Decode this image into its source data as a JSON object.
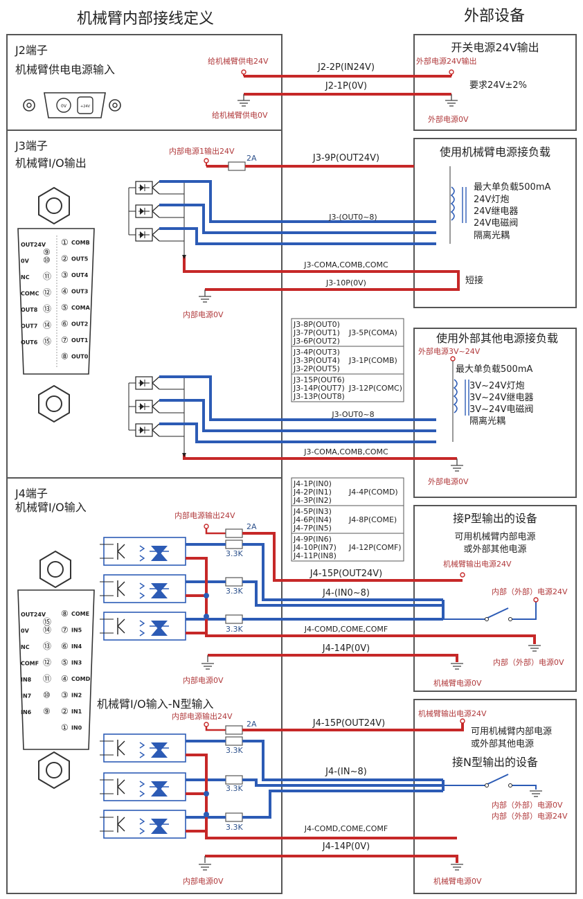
{
  "colors": {
    "red": "#c62828",
    "blue": "#2c5bb5",
    "dark_red_text": "#b0393b",
    "line": "#555555"
  },
  "header": {
    "left_title": "机械臂内部接线定义",
    "right_title": "外部设备"
  },
  "j2": {
    "terminal": "J2端子",
    "desc": "机械臂供电电源输入",
    "pin_0v": "0V",
    "pin_24v": "+24V",
    "supply_24v": "给机械臂供电24V",
    "supply_0v": "给机械臂供电0V",
    "wire_24v": "J2-2P(IN24V)",
    "wire_0v": "J2-1P(0V)",
    "ext_title": "开关电源24V输出",
    "ext_24v": "外部电源24V输出",
    "ext_req": "要求24V±2%",
    "ext_0v": "外部电源0V"
  },
  "j3": {
    "terminal": "J3端子",
    "desc": "机械臂I/O输出",
    "internal_24v": "内部电源1输出24V",
    "fuse": "2A",
    "wire_out24v": "J3-9P(OUT24V)",
    "wire_out": "J3-(OUT0~8)",
    "wire_com": "J3-COMA,COMB,COMC",
    "wire_0v": "J3-10P(0V)",
    "short": "短接",
    "internal_0v": "内部电源0V",
    "wire_out_b": "J3-OUT0~8",
    "wire_com_b": "J3-COMA,COMB,COMC",
    "pins_left": [
      {
        "label": "OUT24V",
        "num": "⑨"
      },
      {
        "label": "0V",
        "num": "⑩"
      },
      {
        "label": "NC",
        "num": "⑪"
      },
      {
        "label": "COMC",
        "num": "⑫"
      },
      {
        "label": "OUT8",
        "num": "⑬"
      },
      {
        "label": "OUT7",
        "num": "⑭"
      },
      {
        "label": "OUT6",
        "num": "⑮"
      }
    ],
    "pins_right": [
      {
        "num": "①",
        "label": "COMB"
      },
      {
        "num": "②",
        "label": "OUT5"
      },
      {
        "num": "③",
        "label": "OUT4"
      },
      {
        "num": "④",
        "label": "OUT3"
      },
      {
        "num": "⑤",
        "label": "COMA"
      },
      {
        "num": "⑥",
        "label": "OUT2"
      },
      {
        "num": "⑦",
        "label": "OUT1"
      },
      {
        "num": "⑧",
        "label": "OUT0"
      }
    ],
    "table": [
      [
        "J3-8P(OUT0)",
        "J3-7P(OUT1)",
        "J3-6P(OUT2)"
      ],
      [
        "J3-4P(OUT3)",
        "J3-3P(OUT4)",
        "J3-2P(OUT5)"
      ],
      [
        "J3-15P(OUT6)",
        "J3-14P(OUT7)",
        "J3-13P(OUT8)"
      ]
    ],
    "table_com": [
      "J3-5P(COMA)",
      "J3-1P(COMB)",
      "J3-12P(COMC)"
    ],
    "ext1_title": "使用机械臂电源接负载",
    "ext1_items": [
      "最大单负载500mA",
      "24V灯炮",
      "24V继电器",
      "24V电磁阀",
      "隔离光耦"
    ],
    "ext2_title": "使用外部其他电源接负载",
    "ext2_power": "外部电源3V~24V",
    "ext2_items": [
      "最大单负载500mA",
      "3V~24V灯炮",
      "3V~24V继电器",
      "3V~24V电磁阀",
      "隔离光耦"
    ],
    "ext2_0v": "外部电源0V"
  },
  "j4": {
    "terminal": "J4端子",
    "desc": "机械臂I/O输入",
    "internal_24v": "内部电源输出24V",
    "fuse": "2A",
    "resistor": "3.3K",
    "wire_out24v": "J4-15P(OUT24V)",
    "wire_in": "J4-(IN0~8)",
    "wire_com": "J4-COMD,COME,COMF",
    "wire_0v": "J4-14P(0V)",
    "internal_0v": "内部电源0V",
    "pins_left": [
      {
        "label": "OUT24V",
        "num": "⑮"
      },
      {
        "label": "0V",
        "num": "⑭"
      },
      {
        "label": "NC",
        "num": "⑬"
      },
      {
        "label": "COMF",
        "num": "⑫"
      },
      {
        "label": "IN8",
        "num": "⑪"
      },
      {
        "label": "IN7",
        "num": "⑩"
      },
      {
        "label": "IN6",
        "num": "⑨"
      }
    ],
    "pins_right": [
      {
        "num": "⑧",
        "label": "COME"
      },
      {
        "num": "⑦",
        "label": "IN5"
      },
      {
        "num": "⑥",
        "label": "IN4"
      },
      {
        "num": "⑤",
        "label": "IN3"
      },
      {
        "num": "④",
        "label": "COMD"
      },
      {
        "num": "③",
        "label": "IN2"
      },
      {
        "num": "②",
        "label": "IN1"
      },
      {
        "num": "①",
        "label": "IN0"
      }
    ],
    "table": [
      [
        "J4-1P(IN0)",
        "J4-2P(IN1)",
        "J4-3P(IN2)"
      ],
      [
        "J4-5P(IN3)",
        "J4-6P(IN4)",
        "J4-7P(IN5)"
      ],
      [
        "J4-9P(IN6)",
        "J4-10P(IN7)",
        "J4-11P(IN8)"
      ]
    ],
    "table_com": [
      "J4-4P(COMD)",
      "J4-8P(COME)",
      "J4-12P(COMF)"
    ],
    "ext_p_title": "接P型输出的设备",
    "ext_p_note": [
      "可用机械臂内部电源",
      "或外部其他电源"
    ],
    "ext_p_24v": "机械臂输出电源24V",
    "ext_p_switch": "内部（外部）电源24V",
    "ext_p_sw0v": "内部（外部）电源0V",
    "ext_p_0v": "机械臂电源0V"
  },
  "j4n": {
    "title": "机械臂I/O输入-N型输入",
    "internal_24v": "内部电源输出24V",
    "fuse": "2A",
    "resistor": "3.3K",
    "wire_out24v": "J4-15P(OUT24V)",
    "wire_in": "J4-(IN~8)",
    "wire_com": "J4-COMD,COME,COMF",
    "wire_0v": "J4-14P(0V)",
    "internal_0v": "内部电源0V",
    "ext_24v": "机械臂输出电源24V",
    "ext_note": [
      "可用机械臂内部电源",
      "或外部其他电源"
    ],
    "ext_title": "接N型输出的设备",
    "ext_0v": "内部（外部）电源0V",
    "ext_24v2": "内部（外部）电源24V",
    "ext_gnd": "机械臂电源0V"
  }
}
